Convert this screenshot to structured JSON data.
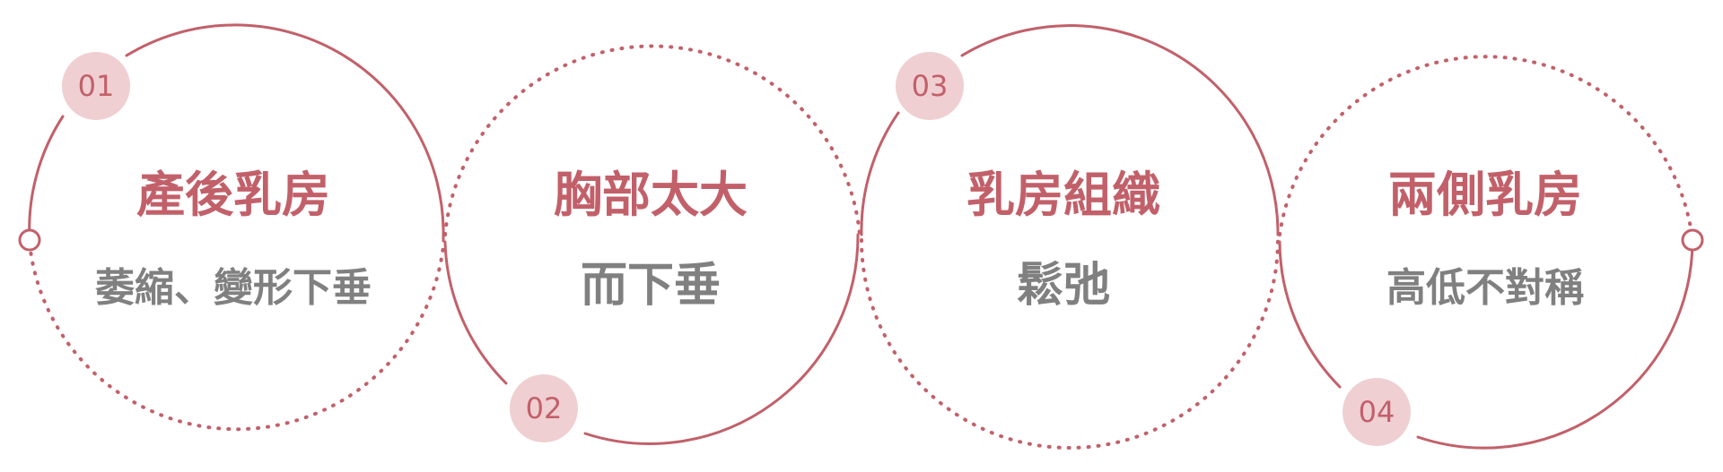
{
  "colors": {
    "accent": "#c2606a",
    "badge_fill": "#efcfd2",
    "description": "#808080",
    "background": "#ffffff"
  },
  "steps": [
    {
      "number": "01",
      "title": "產後乳房",
      "description": "萎縮、變形下垂"
    },
    {
      "number": "02",
      "title": "胸部太大",
      "description": "而下垂"
    },
    {
      "number": "03",
      "title": "乳房組織",
      "description": "鬆弛"
    },
    {
      "number": "04",
      "title": "兩側乳房",
      "description": "高低不對稱"
    }
  ]
}
